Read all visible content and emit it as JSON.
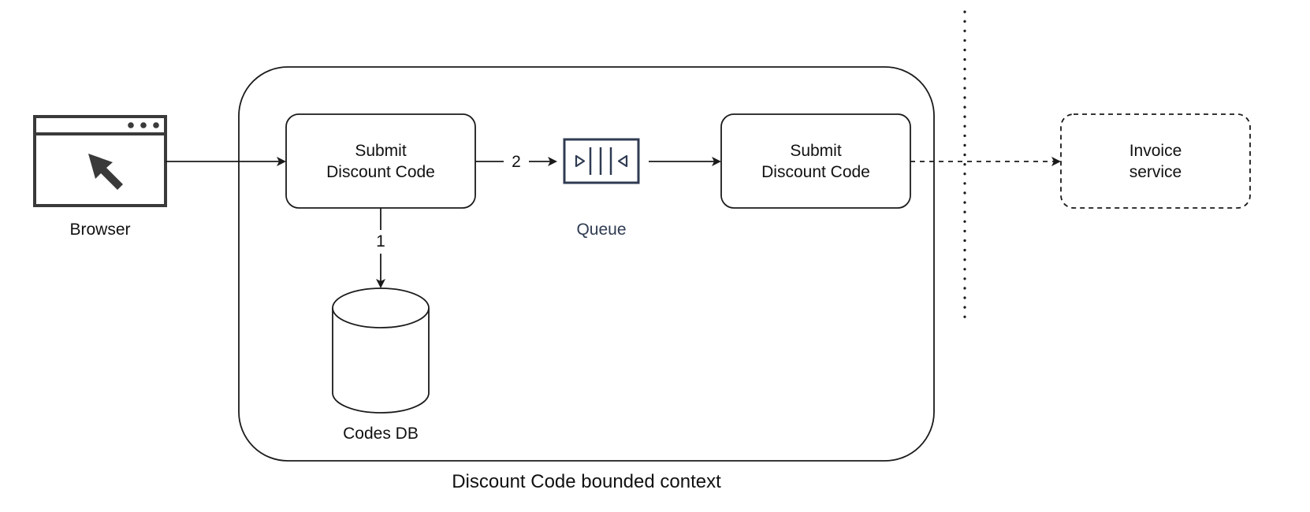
{
  "diagram": {
    "browser": {
      "label": "Browser"
    },
    "submit_1": {
      "line1": "Submit",
      "line2": "Discount Code"
    },
    "queue": {
      "label": "Queue"
    },
    "submit_2": {
      "line1": "Submit",
      "line2": "Discount Code"
    },
    "invoice": {
      "line1": "Invoice",
      "line2": "service"
    },
    "codes_db": {
      "label": "Codes DB"
    },
    "context": {
      "label": "Discount Code bounded context"
    },
    "edges": {
      "step_1": "1",
      "step_2": "2"
    },
    "colors": {
      "stroke": "#1a1a1a",
      "queue": "#2f3b52",
      "browser": "#3a3a3a"
    }
  }
}
